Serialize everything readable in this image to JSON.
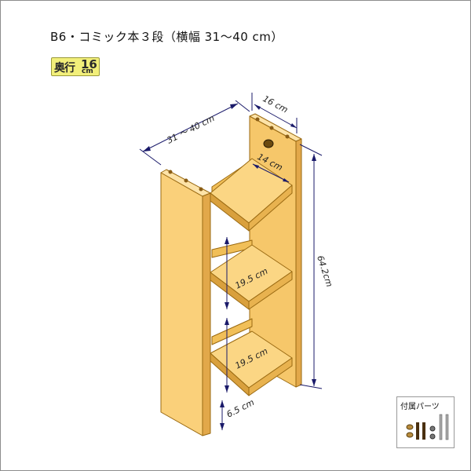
{
  "title": "B6・コミック本３段（横幅 31〜40 cm）",
  "badge": {
    "line1": "奥行",
    "depth_value": "16",
    "unit": "cm"
  },
  "dimensions": {
    "width_range": "31 ～ 40 cm",
    "depth_outer": "16 cm",
    "depth_inner": "14 cm",
    "height_total": "64.2cm",
    "shelf_gap_upper": "19.5 cm",
    "shelf_gap_lower": "19.5 cm",
    "base_height": "6.5 cm"
  },
  "parts": {
    "label": "付属パーツ"
  },
  "colors": {
    "wood_light": "#fad07a",
    "wood_mid": "#f1bf58",
    "wood_dark": "#d9a03d",
    "edge": "#9a6a12",
    "dimension_line": "#1a1a6a",
    "badge_bg": "#f2ef7a"
  }
}
